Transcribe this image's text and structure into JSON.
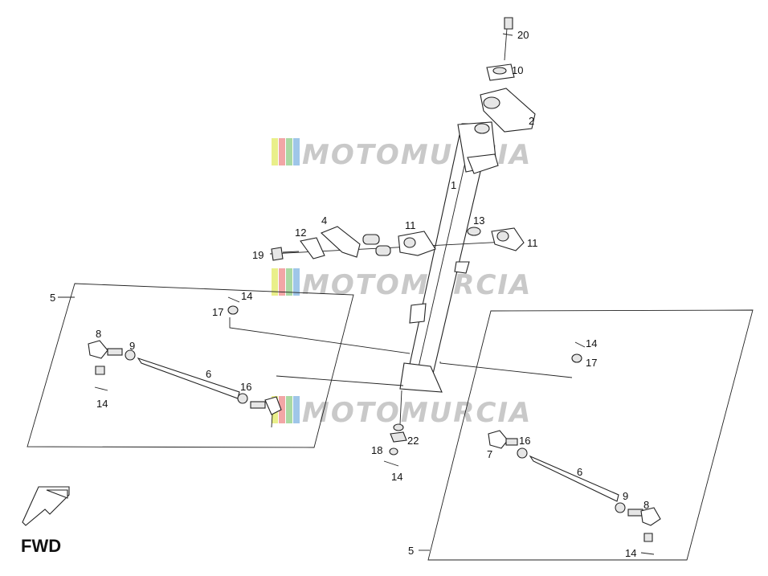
{
  "watermark": {
    "text": "MOTOMURCIA",
    "stripe_colors": [
      "#e9ef8a",
      "#f2a6a6",
      "#a9d9a2",
      "#9fc6e8"
    ]
  },
  "fwd_label": "FWD",
  "callouts": {
    "c20": "20",
    "c10": "10",
    "c2": "2",
    "c1": "1",
    "c4": "4",
    "c12": "12",
    "c19": "19",
    "c11a": "11",
    "c13": "13",
    "c11b": "11",
    "c5a": "5",
    "c14a": "14",
    "c17a": "17",
    "c8a": "8",
    "c9a": "9",
    "c6a": "6",
    "c16a": "16",
    "c14b": "14",
    "c22": "22",
    "c18": "18",
    "c14c": "14",
    "c14d": "14",
    "c17b": "17",
    "c16b": "16",
    "c7": "7",
    "c6b": "6",
    "c9b": "9",
    "c8b": "8",
    "c5b": "5",
    "c14e": "14"
  }
}
